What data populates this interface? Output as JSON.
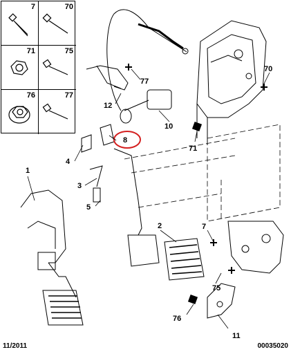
{
  "parts_grid": [
    {
      "ref": "7",
      "icon": "bolt-icon"
    },
    {
      "ref": "70",
      "icon": "bolt-icon"
    },
    {
      "ref": "71",
      "icon": "nut-icon"
    },
    {
      "ref": "75",
      "icon": "bolt-icon"
    },
    {
      "ref": "76",
      "icon": "flange-nut-icon"
    },
    {
      "ref": "77",
      "icon": "bolt-icon"
    }
  ],
  "callouts": {
    "c1": "1",
    "c2": "2",
    "c3": "3",
    "c4": "4",
    "c5": "5",
    "c7": "7",
    "c8": "8",
    "c10": "10",
    "c11": "11",
    "c12": "12",
    "c70": "70",
    "c71": "71",
    "c75": "75",
    "c76": "76",
    "c77": "77"
  },
  "highlight_color": "#d42020",
  "footer": {
    "date": "11/2011",
    "code": "00035020"
  }
}
